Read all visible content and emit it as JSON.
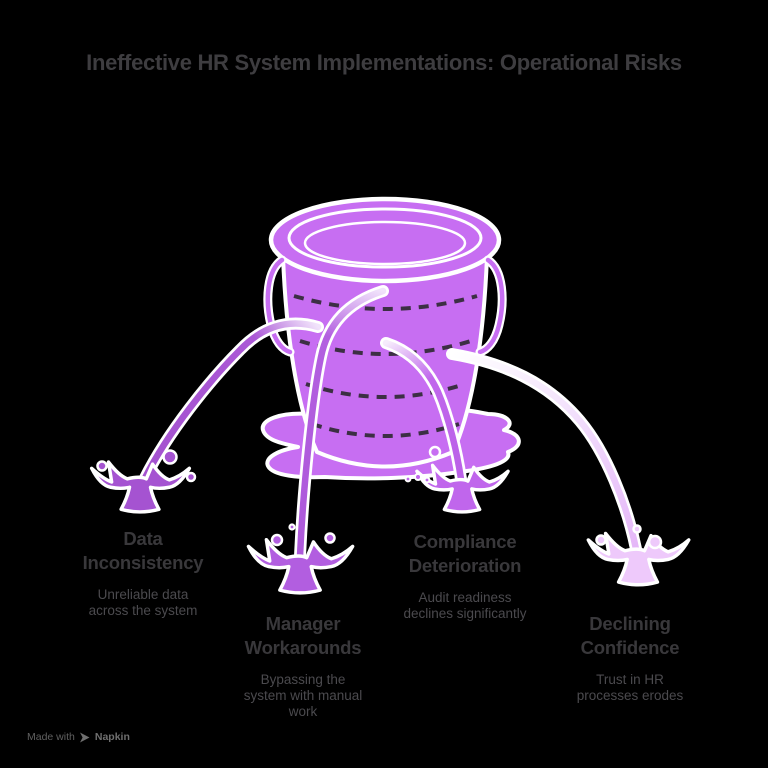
{
  "title": "Ineffective HR System Implementations: Operational Risks",
  "risks": [
    {
      "id": "data-inconsistency",
      "heading": "Data\nInconsistency",
      "description": "Unreliable data\nacross the system"
    },
    {
      "id": "manager-workarounds",
      "heading": "Manager\nWorkarounds",
      "description": "Bypassing the\nsystem with manual\nwork"
    },
    {
      "id": "compliance-deterioration",
      "heading": "Compliance\nDeterioration",
      "description": "Audit readiness\ndeclines significantly"
    },
    {
      "id": "declining-confidence",
      "heading": "Declining\nConfidence",
      "description": "Trust in HR\nprocesses erodes"
    }
  ],
  "illustration": {
    "type": "leaky-bucket",
    "bucket_color": "#c76ef2",
    "outline_color": "#ffffff",
    "dash_color": "#3c2f44",
    "stream_colors": [
      "#a856d3",
      "#b05cde",
      "#bd63e9",
      "#e7bdf9"
    ],
    "splash_colors": [
      "#a553d1",
      "#b25ee0",
      "#c066ec",
      "#eec9fb"
    ]
  },
  "watermark": {
    "prefix": "Made with",
    "brand": "Napkin"
  },
  "background_color": "#000000",
  "text_colors": {
    "title": "#3e3d40",
    "heading": "#39383b",
    "description": "#4b4a4e",
    "watermark": "#646464"
  }
}
